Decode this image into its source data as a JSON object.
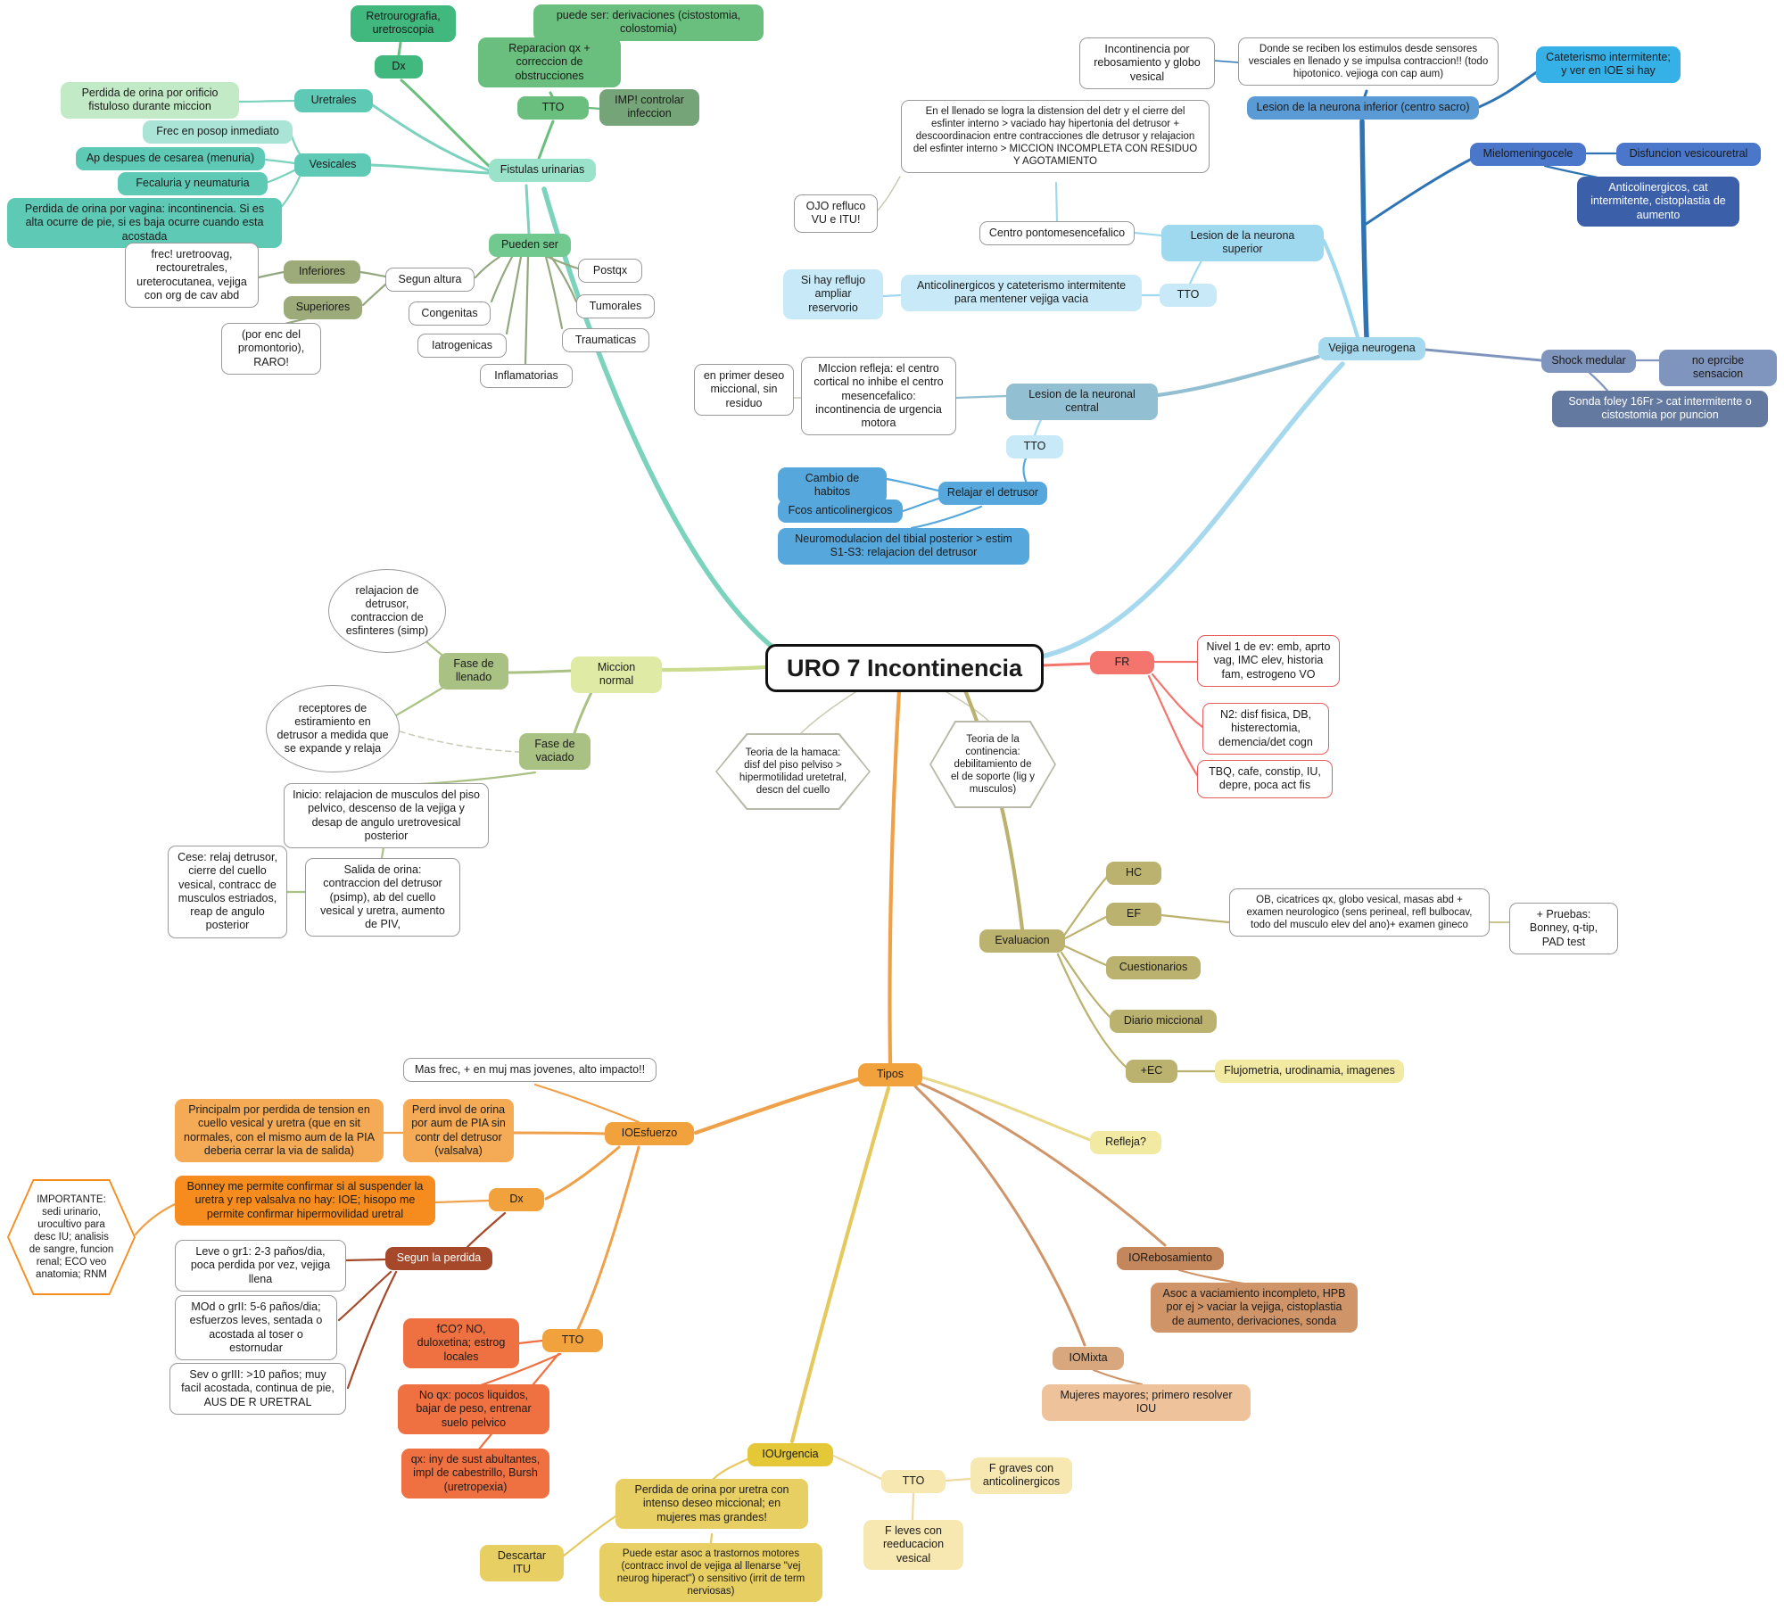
{
  "palette": {
    "teal": "#5ecab6",
    "green": "#6abf7e",
    "blue": "#2e74b5",
    "lightblue": "#a6d9ee",
    "red": "#f4756d",
    "olive": "#bab26e",
    "orange": "#f2a23c",
    "yellow": "#e5c838",
    "tan": "#cf9569",
    "lime": "#dfeaa5"
  },
  "nodes": {
    "central": {
      "text": "URO 7 Incontinencia"
    },
    "retrourografia": {
      "text": "Retrourografia, uretroscopia"
    },
    "dx_fistulas": {
      "text": "Dx"
    },
    "derivaciones": {
      "text": "puede ser: derivaciones (cistostomia, colostomia)"
    },
    "reparacion": {
      "text": "Reparacion qx + correccion de obstrucciones"
    },
    "tto_fistulas": {
      "text": "TTO"
    },
    "imp_infeccion": {
      "text": "IMP! controlar infeccion"
    },
    "uretrales": {
      "text": "Uretrales"
    },
    "perdida_orificio": {
      "text": "Perdida de orina por orificio fistuloso durante miccion"
    },
    "frec_posop": {
      "text": "Frec en posop inmediato"
    },
    "ap_cesarea": {
      "text": "Ap despues de cesarea (menuria)"
    },
    "fecaluria": {
      "text": "Fecaluria y neumaturia"
    },
    "perdida_vagina": {
      "text": "Perdida de orina por vagina: incontinencia. Si es alta ocurre de pie, si es baja ocurre cuando esta acostada"
    },
    "vesicales": {
      "text": "Vesicales"
    },
    "fistulas": {
      "text": "Fistulas urinarias"
    },
    "pueden_ser": {
      "text": "Pueden ser"
    },
    "inferiores": {
      "text": "Inferiores"
    },
    "frec_uretroovag": {
      "text": "frec! uretroovag, rectouretrales, ureterocutanea, vejiga con org de cav abd"
    },
    "superiores": {
      "text": "Superiores"
    },
    "por_enc": {
      "text": "(por enc del promontorio), RARO!"
    },
    "segun_altura": {
      "text": "Segun altura"
    },
    "congenitas": {
      "text": "Congenitas"
    },
    "iatrogenicas": {
      "text": "Iatrogenicas"
    },
    "inflamatorias": {
      "text": "Inflamatorias"
    },
    "postqx": {
      "text": "Postqx"
    },
    "tumorales": {
      "text": "Tumorales"
    },
    "traumaticas": {
      "text": "Traumaticas"
    },
    "incont_rebos": {
      "text": "Incontinencia por rebosamiento y globo vesical"
    },
    "donde_estimulos": {
      "text": "Donde se reciben los estimulos desde sensores vesciales en llenado y se impulsa contraccion!! (todo hipotonico. vejioga con cap aum)"
    },
    "cateterismo": {
      "text": "Cateterismo intermitente; y ver en IOE si hay"
    },
    "lesion_inferior": {
      "text": "Lesion de la neurona inferior (centro sacro)"
    },
    "mielomeningocele": {
      "text": "Mielomeningocele"
    },
    "disfuncion": {
      "text": "Disfuncion vesicouretral"
    },
    "anticol_cat": {
      "text": "Anticolinergicos, cat intermitente, cistoplastia de aumento"
    },
    "en_llenado": {
      "text": "En el llenado se logra la distension del detr y el cierre del esfinter interno > vaciado hay hipertonia del detrusor + descoordinacion entre contracciones dle detrusor y relajacion del esfinter interno > MICCION INCOMPLETA CON RESIDUO Y AGOTAMIENTO"
    },
    "ojo_refluco": {
      "text": "OJO refluco VU e ITU!"
    },
    "centro_ponto": {
      "text": "Centro pontomesencefalico"
    },
    "lesion_superior": {
      "text": "Lesion de la neurona superior"
    },
    "si_reflujo": {
      "text": "Si hay reflujo ampliar reservorio"
    },
    "anticol_cateterismo": {
      "text": "Anticolinergicos y cateterismo intermitente para mentener vejiga vacia"
    },
    "tto_superior": {
      "text": "TTO"
    },
    "vejiga_neurogena": {
      "text": "Vejiga neurogena"
    },
    "shock_medular": {
      "text": "Shock medular"
    },
    "no_percibe": {
      "text": "no eprcibe sensacion"
    },
    "sonda_foley": {
      "text": "Sonda foley 16Fr > cat intermitente o cistostomia por puncion"
    },
    "primer_deseo": {
      "text": "en primer deseo miccional, sin residuo"
    },
    "miccion_refleja": {
      "text": "MIccion refleja: el centro cortical no inhibe el centro mesencefalico: incontinencia de urgencia motora"
    },
    "lesion_central": {
      "text": "Lesion de la neuronal central"
    },
    "tto_central": {
      "text": "TTO"
    },
    "cambio_habitos": {
      "text": "Cambio de habitos"
    },
    "fcos_anticol": {
      "text": "Fcos anticolinergicos"
    },
    "relajar_detrusor": {
      "text": "Relajar el detrusor"
    },
    "neuromodulacion": {
      "text": "Neuromodulacion del tibial posterior > estim S1-S3: relajacion del detrusor"
    },
    "relajacion_simp": {
      "text": "relajacion de detrusor, contraccion de esfinteres (simp)"
    },
    "fase_llenado": {
      "text": "Fase de llenado"
    },
    "miccion_normal": {
      "text": "Miccion normal"
    },
    "receptores": {
      "text": "receptores de estiramiento en detrusor a medida que se expande y relaja"
    },
    "fase_vaciado": {
      "text": "Fase de vaciado"
    },
    "inicio": {
      "text": "Inicio: relajacion de musculos del piso pelvico, descenso de la vejiga y desap de angulo uretrovesical posterior"
    },
    "cese": {
      "text": "Cese: relaj detrusor, cierre del cuello vesical, contracc de musculos estriados, reap de angulo posterior"
    },
    "salida": {
      "text": "Salida de orina: contraccion del detrusor (psimp), ab del cuello vesical y uretra, aumento de PIV,"
    },
    "teoria_hamaca": {
      "text": "Teoria de la hamaca: disf del piso pelviso > hipermotilidad uretetral, descn del cuello"
    },
    "teoria_continencia": {
      "text": "Teoria de la continencia: debilitamiento de el de soporte (lig y musculos)"
    },
    "fr": {
      "text": "FR"
    },
    "nivel1": {
      "text": "Nivel 1 de ev: emb, aprto vag, IMC elev, historia fam, estrogeno VO"
    },
    "n2": {
      "text": "N2: disf fisica, DB, histerectomia, demencia/det cogn"
    },
    "tbq": {
      "text": "TBQ, cafe, constip, IU, depre, poca act fis"
    },
    "evaluacion": {
      "text": "Evaluacion"
    },
    "hc": {
      "text": "HC"
    },
    "ef": {
      "text": "EF"
    },
    "ob": {
      "text": "OB, cicatrices qx, globo vesical, masas abd + examen neurologico (sens perineal, refl bulbocav, todo del musculo elev del ano)+ examen gineco"
    },
    "pruebas": {
      "text": "+ Pruebas: Bonney, q-tip, PAD test"
    },
    "cuestionarios": {
      "text": "Cuestionarios"
    },
    "diario": {
      "text": "Diario miccional"
    },
    "ec": {
      "text": "+EC"
    },
    "flujometria": {
      "text": "Flujometria, urodinamia, imagenes"
    },
    "tipos": {
      "text": "Tipos"
    },
    "mas_frec": {
      "text": "Mas frec, + en muj mas jovenes, alto impacto!!"
    },
    "ioesfuerzo": {
      "text": "IOEsfuerzo"
    },
    "principalm": {
      "text": "Principalm por perdida de tension en cuello vesical y uretra (que en sit normales, con el mismo aum de la PIA deberia cerrar la via de salida)"
    },
    "perd_invol": {
      "text": "Perd invol de orina por aum de PIA sin contr del detrusor (valsalva)"
    },
    "dx_ioe": {
      "text": "Dx"
    },
    "bonney": {
      "text": "Bonney me permite confirmar si al suspender la uretra y rep valsalva no hay: IOE; hisopo me permite confirmar hipermovilidad uretral"
    },
    "importante": {
      "text": "IMPORTANTE: sedi urinario, urocultivo para desc IU; analisis de sangre, funcion renal; ECO veo anatomia; RNM"
    },
    "segun_perdida": {
      "text": "Segun la perdida"
    },
    "leve": {
      "text": "Leve o gr1: 2-3 paños/dia, poca perdida por vez, vejiga llena"
    },
    "mod": {
      "text": "MOd o grII: 5-6 paños/dia; esfuerzos leves, sentada o acostada al toser o estornudar"
    },
    "sev": {
      "text": "Sev o grIII: >10 paños; muy facil acostada, continua de pie, AUS DE R URETRAL"
    },
    "fco": {
      "text": "fCO? NO, duloxetina; estrog locales"
    },
    "tto_ioe": {
      "text": "TTO"
    },
    "no_qx": {
      "text": "No qx: pocos liquidos, bajar de peso, entrenar suelo pelvico"
    },
    "qx_iny": {
      "text": "qx: iny de sust abultantes, impl de cabestrillo, Bursh (uretropexia)"
    },
    "refleja": {
      "text": "Refleja?"
    },
    "iorebos": {
      "text": "IORebosamiento"
    },
    "asoc_vac": {
      "text": "Asoc a vaciamiento incompleto, HPB por ej > vaciar la vejiga, cistoplastia de aumento, derivaciones, sonda"
    },
    "iomixta": {
      "text": "IOMixta"
    },
    "mujeres": {
      "text": "Mujeres mayores; primero resolver IOU"
    },
    "iourgencia": {
      "text": "IOUrgencia"
    },
    "perdida_uretra": {
      "text": "Perdida de orina por uretra con intenso deseo miccional; en mujeres mas grandes!"
    },
    "descartar": {
      "text": "Descartar ITU"
    },
    "puede_asoc": {
      "text": "Puede estar asoc a trastornos motores (contracc invol de vejiga al llenarse \"vej neurog hiperact\") o sensitivo (irrit de term nerviosas)"
    },
    "tto_iou": {
      "text": "TTO"
    },
    "f_graves": {
      "text": "F graves con anticolinergicos"
    },
    "f_leves": {
      "text": "F leves con reeducacion vesical"
    }
  }
}
